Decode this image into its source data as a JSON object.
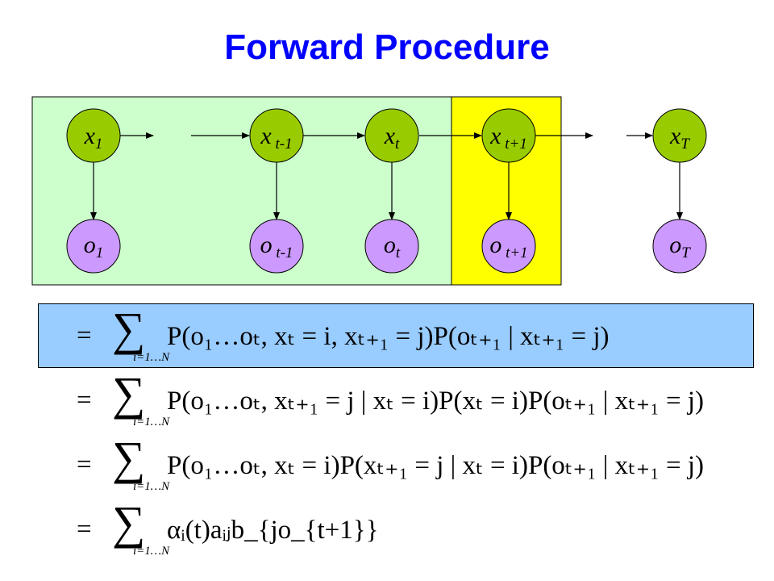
{
  "title": "Forward Procedure",
  "colors": {
    "title": "#0000ff",
    "past_region": "#ccffcc",
    "current_region": "#ffff00",
    "hidden_node": "#99cc00",
    "observed_node": "#cc99ff",
    "equation_highlight": "#99ccff"
  },
  "nodes": {
    "hidden": [
      {
        "base": "x",
        "sub": "1"
      },
      {
        "base": "x",
        "sub": " t-1"
      },
      {
        "base": "x",
        "sub": "t"
      },
      {
        "base": "x",
        "sub": " t+1"
      },
      {
        "base": "x",
        "sub": "T"
      }
    ],
    "observed": [
      {
        "base": "o",
        "sub": "1"
      },
      {
        "base": "o",
        "sub": " t-1"
      },
      {
        "base": "o",
        "sub": "t"
      },
      {
        "base": "o",
        "sub": " t+1"
      },
      {
        "base": "o",
        "sub": "T"
      }
    ]
  },
  "equations": [
    {
      "sign": "=",
      "sigma": "∑",
      "range": "i=1…N",
      "expr": "P(o₁…oₜ, xₜ = i, xₜ₊₁ = j)P(oₜ₊₁ | xₜ₊₁ = j)"
    },
    {
      "sign": "=",
      "sigma": "∑",
      "range": "i=1…N",
      "expr": "P(o₁…oₜ, xₜ₊₁ = j | xₜ = i)P(xₜ = i)P(oₜ₊₁ | xₜ₊₁ = j)"
    },
    {
      "sign": "=",
      "sigma": "∑",
      "range": "i=1…N",
      "expr": "P(o₁…oₜ, xₜ = i)P(xₜ₊₁ = j | xₜ = i)P(oₜ₊₁ | xₜ₊₁ = j)"
    },
    {
      "sign": "=",
      "sigma": "∑",
      "range": "i=1…N",
      "expr": "αᵢ(t)aᵢⱼb_{jo_{t+1}}"
    }
  ]
}
